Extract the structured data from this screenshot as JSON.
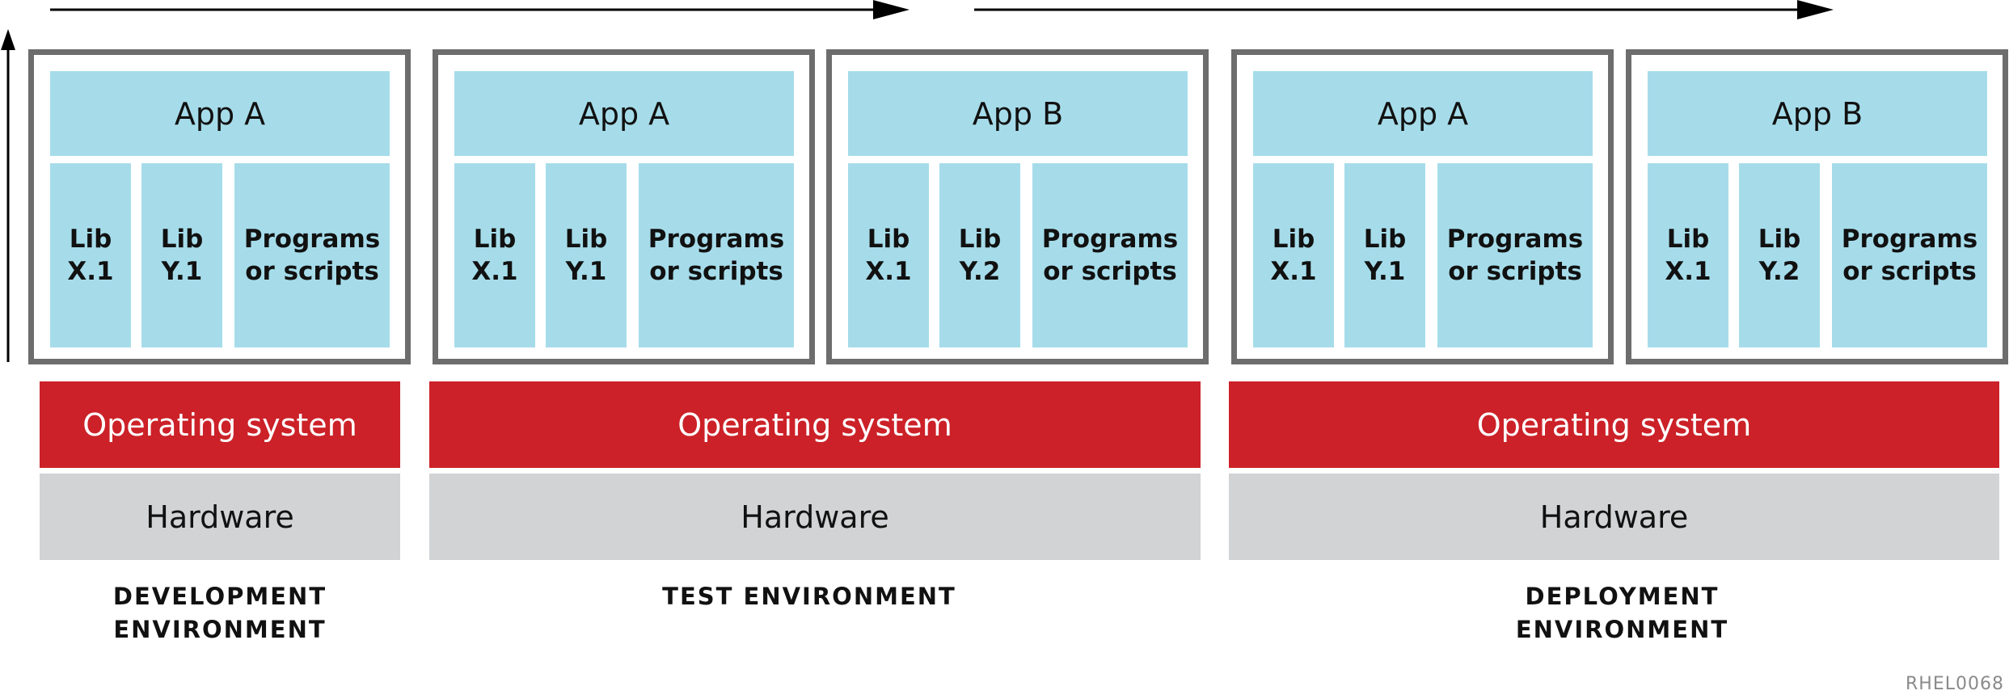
{
  "containers": [
    {
      "app": "App A",
      "libs": [
        "Lib\nX.1",
        "Lib\nY.1"
      ],
      "programs": "Programs\nor scripts"
    },
    {
      "app": "App A",
      "libs": [
        "Lib\nX.1",
        "Lib\nY.1"
      ],
      "programs": "Programs\nor scripts"
    },
    {
      "app": "App B",
      "libs": [
        "Lib\nX.1",
        "Lib\nY.2"
      ],
      "programs": "Programs\nor scripts"
    },
    {
      "app": "App A",
      "libs": [
        "Lib\nX.1",
        "Lib\nY.1"
      ],
      "programs": "Programs\nor scripts"
    },
    {
      "app": "App B",
      "libs": [
        "Lib\nX.1",
        "Lib\nY.2"
      ],
      "programs": "Programs\nor scripts"
    }
  ],
  "environments": [
    {
      "os": "Operating system",
      "hardware": "Hardware",
      "label": "DEVELOPMENT\nENVIRONMENT"
    },
    {
      "os": "Operating system",
      "hardware": "Hardware",
      "label": "TEST ENVIRONMENT"
    },
    {
      "os": "Operating system",
      "hardware": "Hardware",
      "label": "DEPLOYMENT\nENVIRONMENT"
    }
  ],
  "figure_code": "RHEL0068",
  "colors": {
    "container_fill": "#a6dcea",
    "container_border": "#6d6d6d",
    "os": "#cc2128",
    "hardware": "#d1d3d4"
  }
}
